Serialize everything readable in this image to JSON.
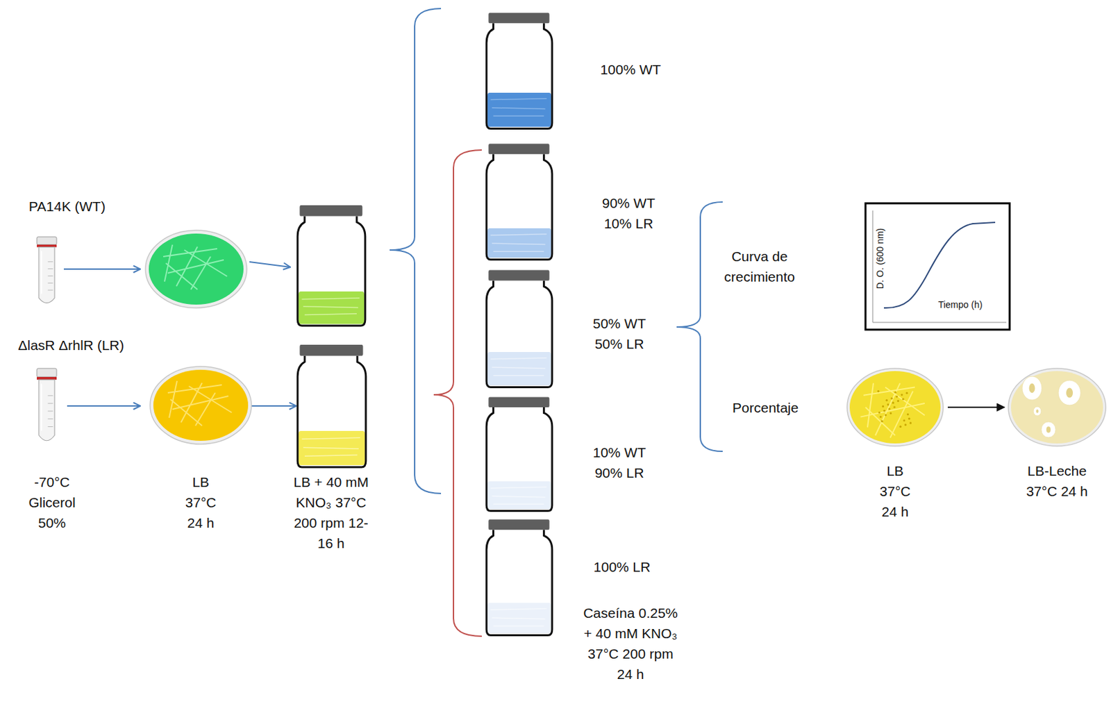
{
  "diagram": {
    "nodes": [
      {
        "text": [
          "PA14K (WT)"
        ]
      },
      {
        "text": [
          "ΔlasR ΔrhlR (LR)"
        ]
      },
      {
        "text": [
          "100% WT"
        ]
      },
      {
        "text": [
          "90% WT 10% LR"
        ]
      },
      {
        "text": [
          "50% WT 50% LR"
        ]
      },
      {
        "text": [
          "10% WT 90% LR"
        ]
      },
      {
        "text": [
          "100% LR"
        ]
      },
      {
        "text": [
          "LB 37°C 24 h"
        ]
      },
      {
        "text": [
          "LB-Leche 37°C 24 h"
        ]
      }
    ],
    "edges": [
      {
        "from": 7,
        "to": 8,
        "arrow": "to"
      }
    ],
    "labels": [
      "-70°C Glicerol 50%",
      "LB 37°C 24 h",
      "LB + 40 mM KNO₃ 37°C 200 rpm 12-16 h",
      "Caseína 0.25% + 40 mM KNO₃ 37°C 200 rpm 24 h",
      "Curva de crecimiento",
      "D. O. (600 nm)",
      "Tiempo (h)",
      "Porcentaje"
    ]
  }
}
